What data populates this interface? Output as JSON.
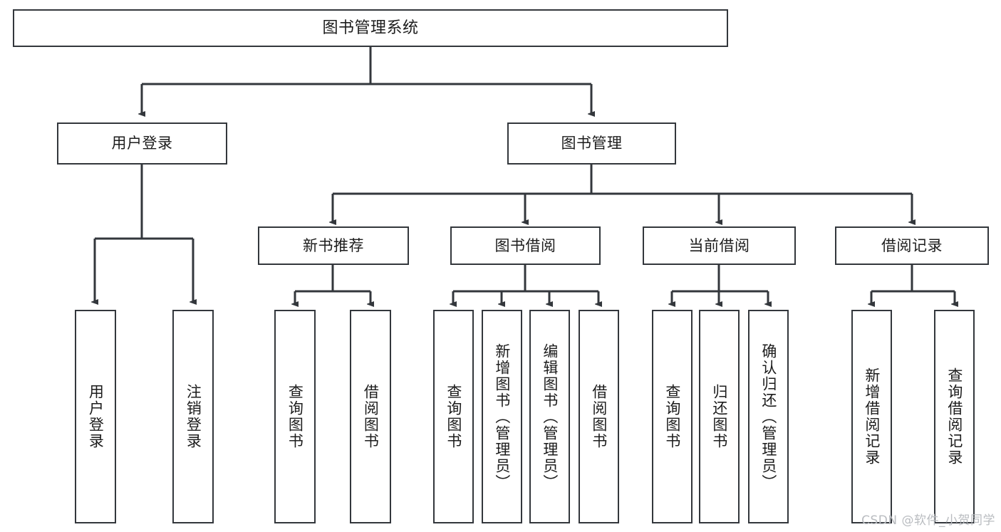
{
  "diagram": {
    "title": "图书管理系统",
    "type": "tree-hierarchy",
    "root": {
      "label": "图书管理系统"
    },
    "level1": [
      {
        "label": "用户登录"
      },
      {
        "label": "图书管理"
      }
    ],
    "level2": [
      {
        "label": "新书推荐"
      },
      {
        "label": "图书借阅"
      },
      {
        "label": "当前借阅"
      },
      {
        "label": "借阅记录"
      }
    ],
    "leaves": {
      "user_login": [
        {
          "label": "用户登录"
        },
        {
          "label": "注销登录"
        }
      ],
      "new_book_recommend": [
        {
          "label": "查询图书"
        },
        {
          "label": "借阅图书"
        }
      ],
      "book_borrow": [
        {
          "label": "查询图书"
        },
        {
          "label": "新增图书（管理员）"
        },
        {
          "label": "编辑图书（管理员）"
        },
        {
          "label": "借阅图书"
        }
      ],
      "current_borrow": [
        {
          "label": "查询图书"
        },
        {
          "label": "归还图书"
        },
        {
          "label": "确认归还（管理员）"
        }
      ],
      "borrow_record": [
        {
          "label": "新增借阅记录"
        },
        {
          "label": "查询借阅记录"
        }
      ]
    }
  },
  "watermark": {
    "text": "CSDN @软件_小贺同学"
  },
  "colors": {
    "background": "#ffffff",
    "box_border": "#33373c",
    "box_fill": "#ffffff",
    "connector": "#33373c",
    "text": "#1c1c1c",
    "watermark": "#b9bcc0"
  }
}
